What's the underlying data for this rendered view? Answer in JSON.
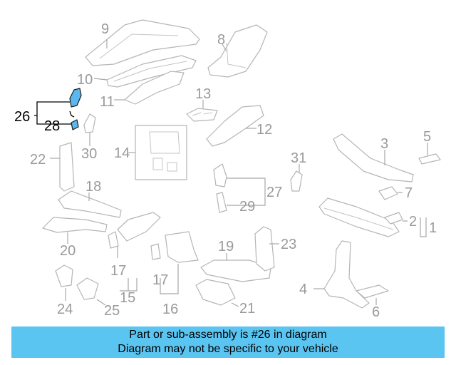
{
  "callouts": {
    "c1": "1",
    "c2": "2",
    "c3": "3",
    "c4": "4",
    "c5": "5",
    "c6": "6",
    "c7": "7",
    "c8": "8",
    "c9": "9",
    "c10": "10",
    "c11": "11",
    "c12": "12",
    "c13": "13",
    "c14": "14",
    "c15": "15",
    "c16": "16",
    "c17a": "17",
    "c17b": "17",
    "c18": "18",
    "c19": "19",
    "c20": "20",
    "c21": "21",
    "c22": "22",
    "c23": "23",
    "c24": "24",
    "c25": "25",
    "c26": "26",
    "c27": "27",
    "c28": "28",
    "c29": "29",
    "c30": "30",
    "c31": "31"
  },
  "highlight": {
    "part": "26",
    "color": "#5bb8ee"
  },
  "banner": {
    "line1": "Part or sub-assembly is #26 in diagram",
    "line2": "Diagram may not be specific to your vehicle",
    "color": "#5bc5f2"
  }
}
